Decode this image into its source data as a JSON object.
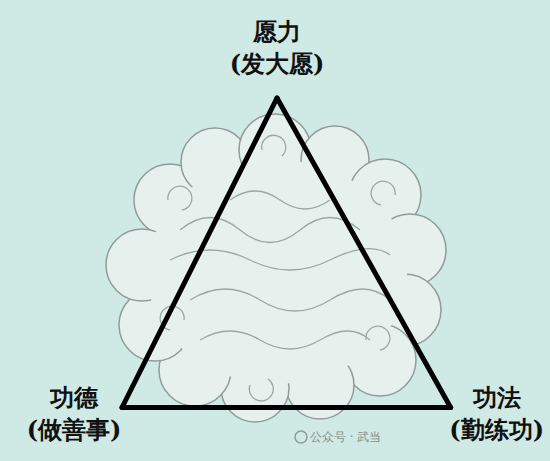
{
  "diagram": {
    "nodes": [
      {
        "text": [
          "愿力",
          "(发大愿)"
        ]
      },
      {
        "text": [
          "功德",
          "(做善事)"
        ]
      },
      {
        "text": [
          "功法",
          "(勤练功)"
        ]
      }
    ],
    "edges": [
      {
        "from": 0,
        "to": 1,
        "arrow": "none"
      },
      {
        "from": 0,
        "to": 2,
        "arrow": "none"
      },
      {
        "from": 1,
        "to": 2,
        "arrow": "none"
      }
    ],
    "labels": [
      "公众号 · 武当"
    ]
  }
}
